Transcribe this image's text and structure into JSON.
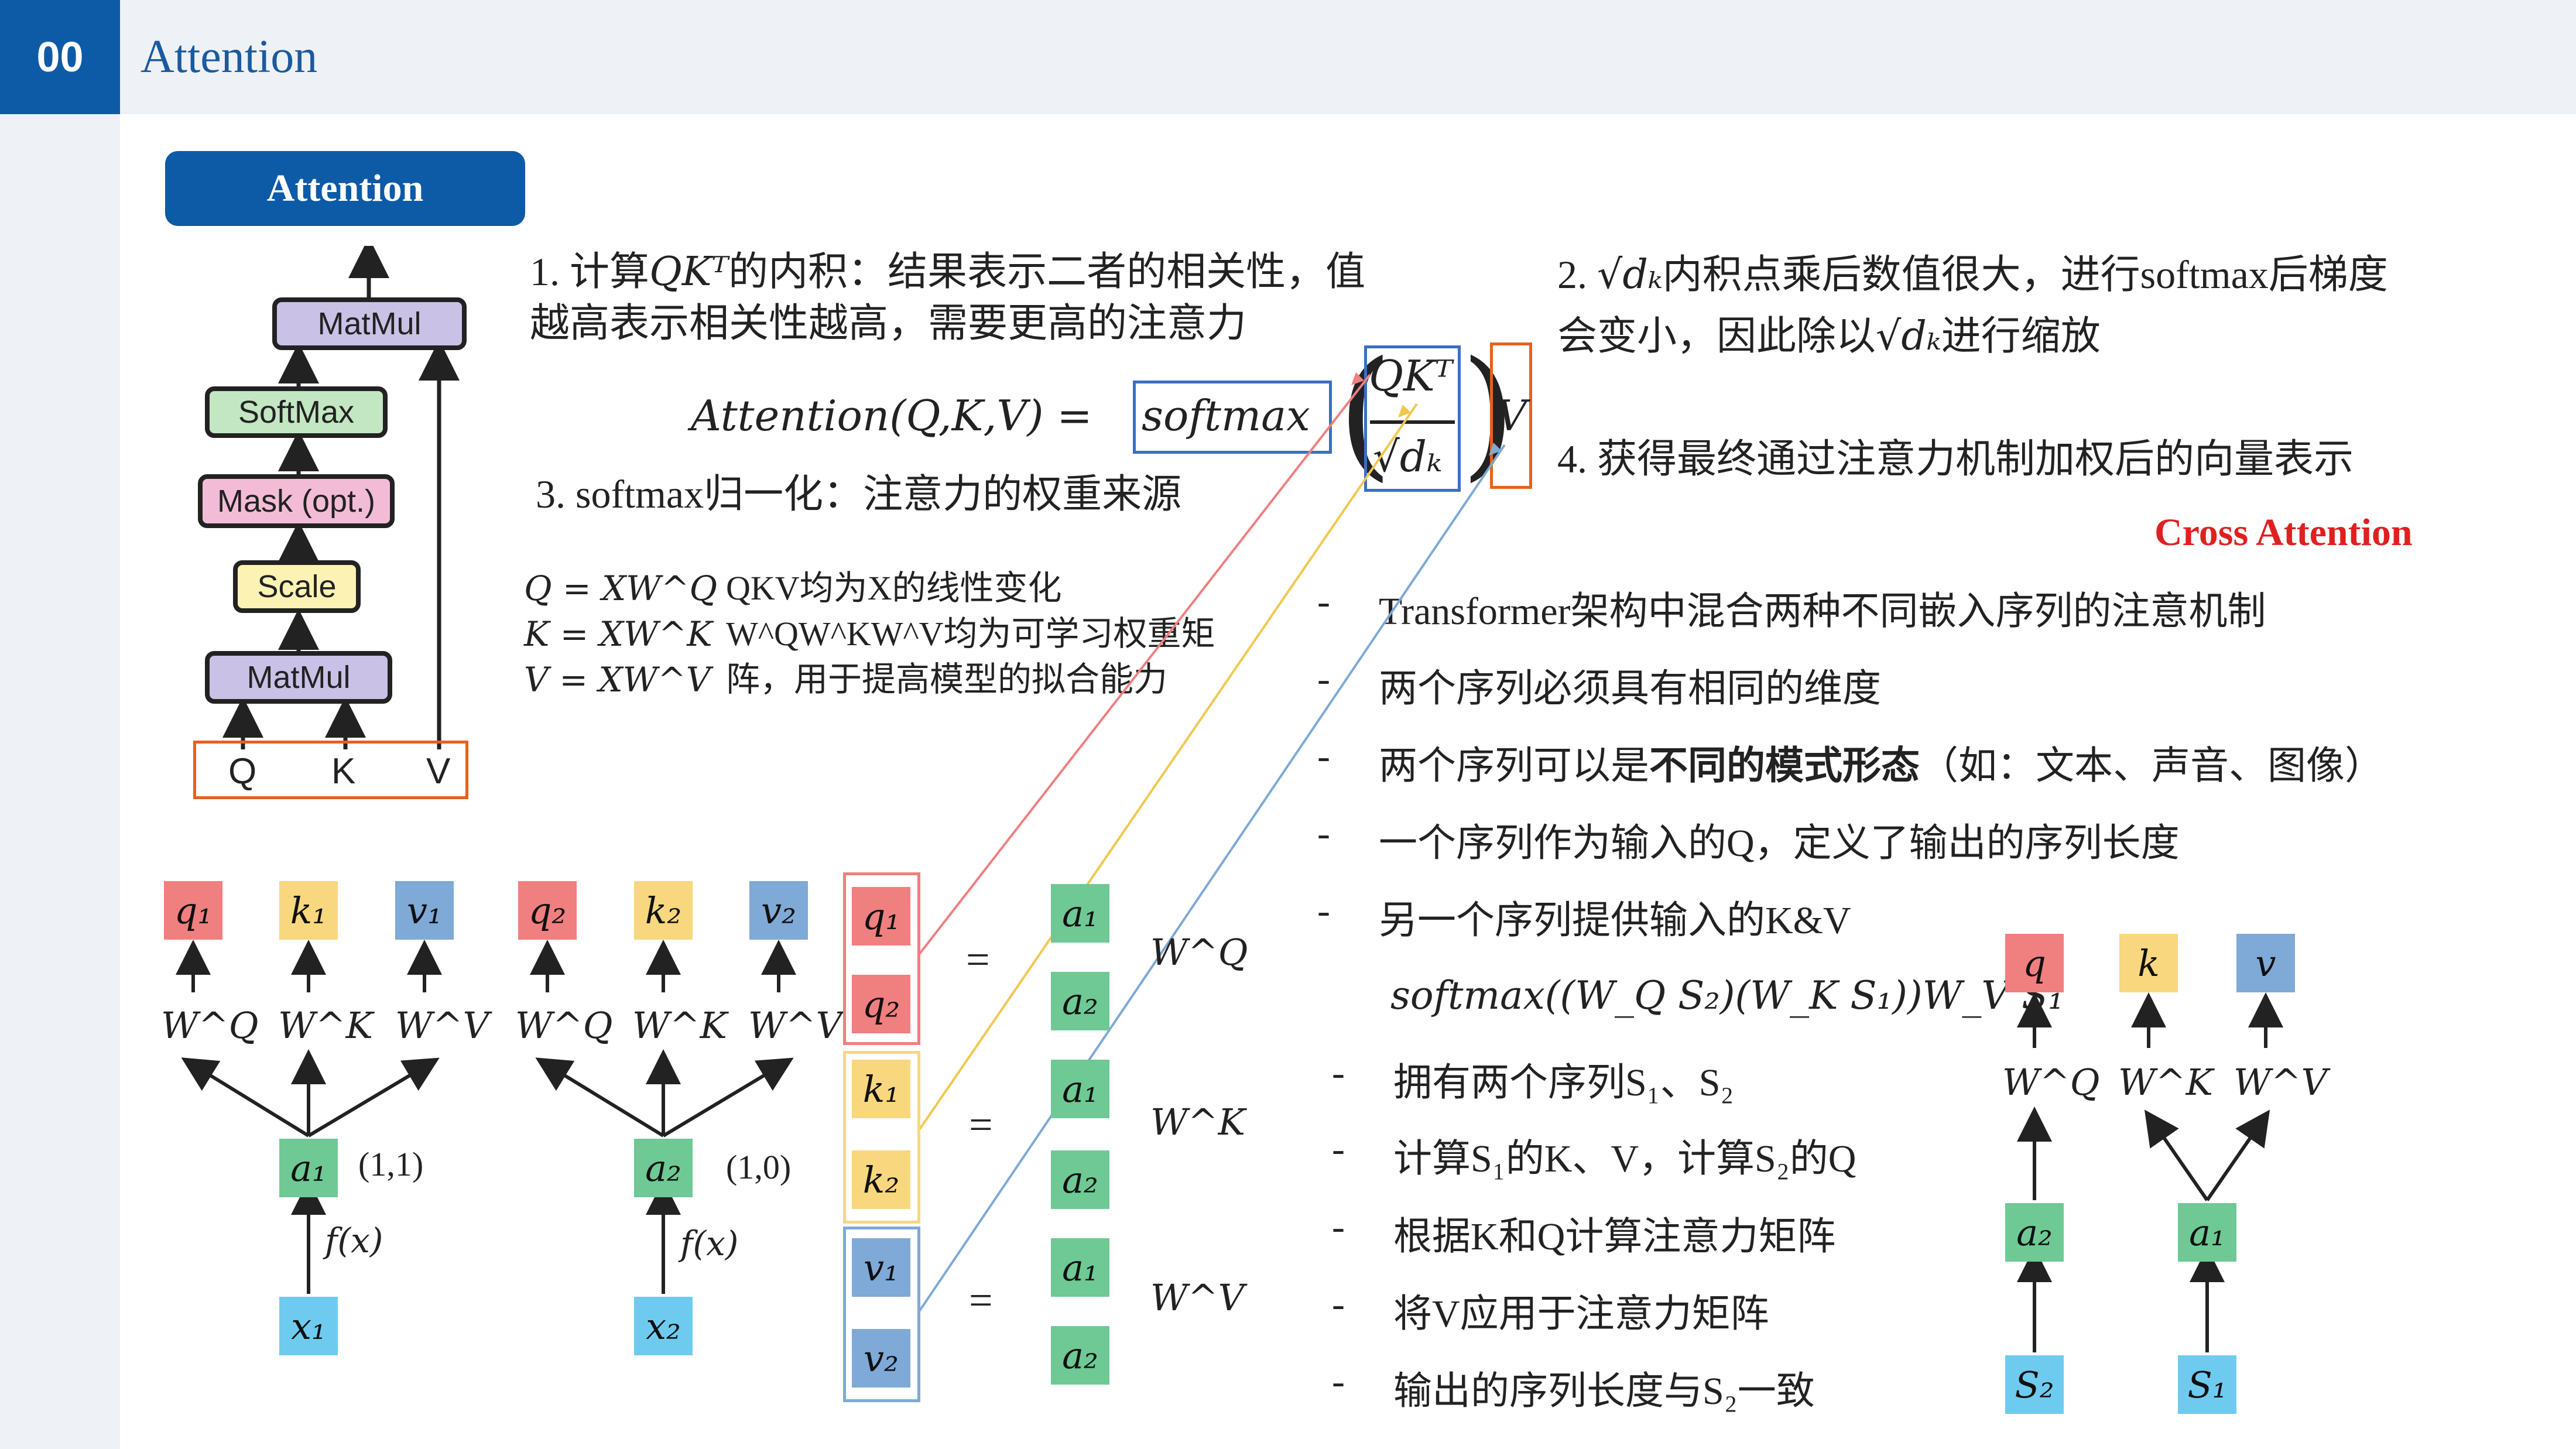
{
  "header": {
    "number": "00",
    "title": "Attention"
  },
  "pill": {
    "label": "Attention"
  },
  "arch": {
    "blocks": [
      "MatMul",
      "SoftMax",
      "Mask (opt.)",
      "Scale",
      "MatMul"
    ],
    "inputs": [
      "Q",
      "K",
      "V"
    ],
    "colors": {
      "matmul": "#c9c1e6",
      "softmax": "#c3e6c3",
      "mask": "#f3bcd6",
      "scale": "#fbf2b3",
      "input_border": "#e8601c"
    }
  },
  "notes": {
    "n1_a": "1. 计算",
    "n1_math": "QKᵀ",
    "n1_b": "的内积：结果表示二者的相关性，值",
    "n1_line2": "越高表示相关性越高，需要更高的注意力",
    "n2_a": "2. ",
    "n2_math": "√dₖ",
    "n2_b": "内积点乘后数值很大，进行softmax后梯度",
    "n2_c": "会变小，因此除以",
    "n2_math2": "√dₖ",
    "n2_d": "进行缩放",
    "n3": "3. softmax归一化：注意力的权重来源",
    "n4": "4. 获得最终通过注意力机制加权后的向量表示"
  },
  "formula": {
    "lhs": "Attention(Q,K,V) =",
    "softmax": "softmax",
    "numerator": "QKᵀ",
    "denominator": "√dₖ",
    "v": "V"
  },
  "defs": {
    "q": "Q = XW^Q",
    "k": "K = XW^K",
    "v": "V = XW^V",
    "desc1": "QKV均为X的线性变化",
    "desc2": "W^QW^KW^V均为可学习权重矩",
    "desc3": "阵，用于提高模型的拟合能力"
  },
  "cross": {
    "title": "Cross Attention",
    "bullets": [
      "Transformer架构中混合两种不同嵌入序列的注意机制",
      "两个序列必须具有相同的维度",
      "两个序列可以是",
      "一个序列作为输入的Q，定义了输出的序列长度",
      "另一个序列提供输入的K&V"
    ],
    "bold_part": "不同的模式形态",
    "bullet3_tail": "（如：文本、声音、图像）",
    "formula": "softmax((W_Q S₂)(W_K S₁))W_V S₁",
    "sub_bullets": [
      "拥有两个序列S₁、S₂",
      "计算S₁的K、V，计算S₂的Q",
      "根据K和Q计算注意力矩阵",
      "将V应用于注意力矩阵",
      "输出的序列长度与S₂一致"
    ],
    "dash": "-"
  },
  "bottom": {
    "group1": {
      "q": "q₁",
      "k": "k₁",
      "v": "v₁",
      "wq": "W^Q",
      "wk": "W^K",
      "wv": "W^V",
      "a": "a₁",
      "coord": "(1,1)",
      "f": "f(x)",
      "x": "x₁"
    },
    "group2": {
      "q": "q₂",
      "k": "k₂",
      "v": "v₂",
      "wq": "W^Q",
      "wk": "W^K",
      "wv": "W^V",
      "a": "a₂",
      "coord": "(1,0)",
      "f": "f(x)",
      "x": "x₂"
    },
    "stack": {
      "q1": "q₁",
      "q2": "q₂",
      "k1": "k₁",
      "k2": "k₂",
      "v1": "v₁",
      "v2": "v₂",
      "eq": "=",
      "a1": "a₁",
      "a2": "a₂",
      "wq": "W^Q",
      "wk": "W^K",
      "wv": "W^V"
    },
    "cross_diag": {
      "q": "q",
      "k": "k",
      "v": "v",
      "wq": "W^Q",
      "wk": "W^K",
      "wv": "W^V",
      "a2": "a₂",
      "a1": "a₁",
      "s2": "S₂",
      "s1": "S₁"
    }
  },
  "colors": {
    "q": "#f07f7f",
    "k": "#f9d77e",
    "v": "#7fa9d6",
    "a": "#6ec994",
    "x": "#6ecbef",
    "accent": "#0d5aa7",
    "highlight_box": "#3a6fc4",
    "v_box": "#e8601c",
    "cross_title": "#e02020"
  }
}
